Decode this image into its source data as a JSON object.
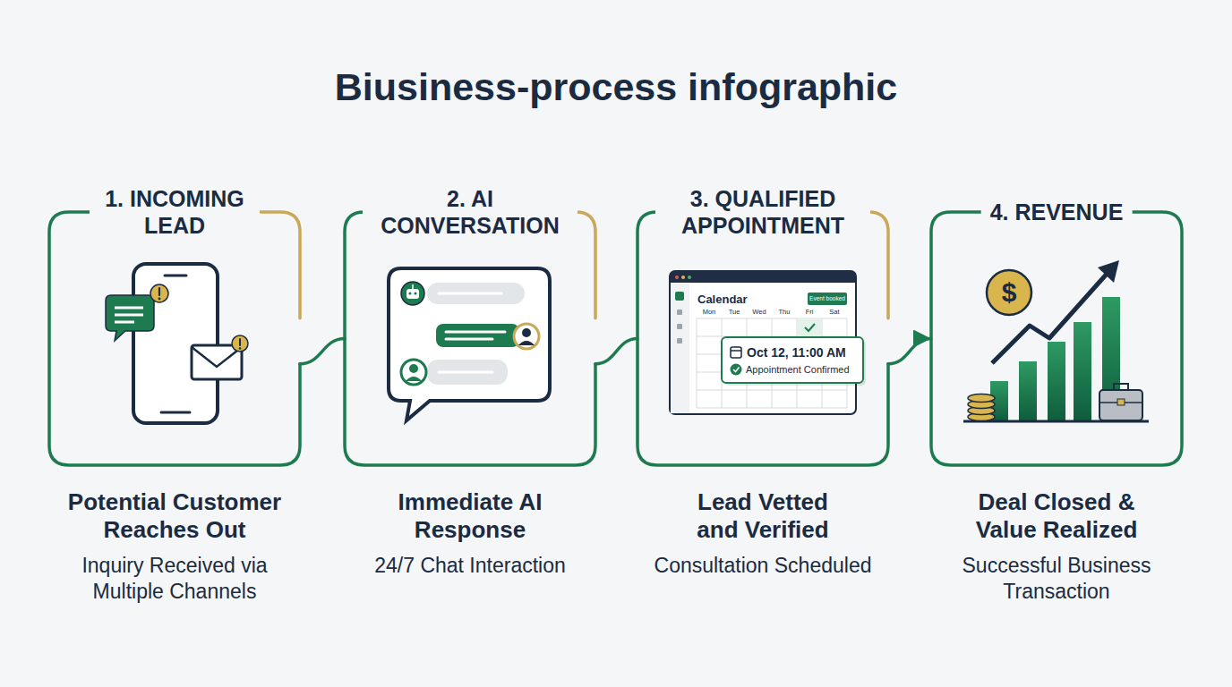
{
  "diagram": {
    "title": "Biusiness-process infographic",
    "nodes": [
      {
        "text": [
          "1. INCOMING LEAD",
          "Potential Customer Reaches Out",
          "Inquiry Received via Multiple Channels"
        ]
      },
      {
        "text": [
          "2. AI CONVERSATION",
          "Immediate AI Response",
          "24/7 Chat Interaction"
        ]
      },
      {
        "text": [
          "3. QUALIFIED APPOINTMENT",
          "Lead Vetted and Verified",
          "Consultation Scheduled"
        ]
      },
      {
        "text": [
          "4. REVENUE",
          "Deal Closed & Value Realized",
          "Successful Business Transaction"
        ]
      }
    ],
    "edges": [
      {
        "from": 0,
        "to": 1,
        "arrow": "none"
      },
      {
        "from": 1,
        "to": 2,
        "arrow": "none"
      },
      {
        "from": 2,
        "to": 3,
        "arrow": "to"
      }
    ],
    "labels": [
      "Calendar",
      "Mon",
      "Tue",
      "Wed",
      "Thu",
      "Fri",
      "Sat",
      "Event booked",
      "Oct 12, 11:00 AM",
      "Appointment Confirmed",
      "$"
    ]
  }
}
